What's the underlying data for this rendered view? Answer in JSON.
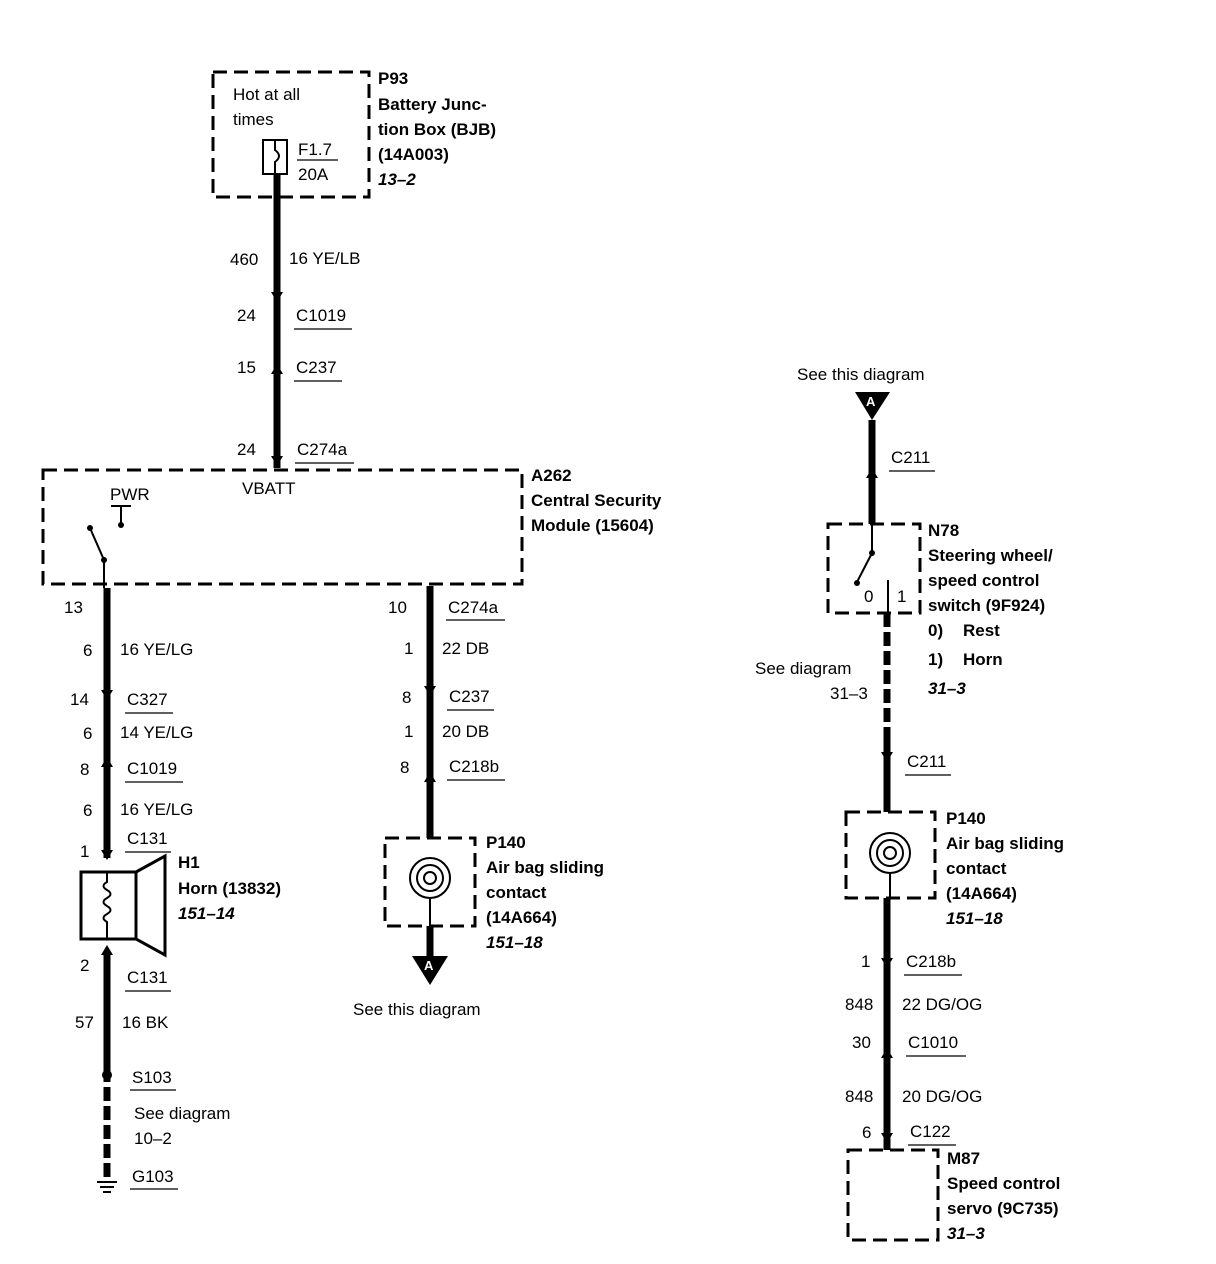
{
  "p93": {
    "id": "P93",
    "name_lines": [
      "Battery Junc-",
      "tion Box (BJB)",
      "(14A003)"
    ],
    "ref": "13–2",
    "hot_lines": [
      "Hot at all",
      "times"
    ],
    "fuse": "F1.7",
    "amps": "20A"
  },
  "wire_460": {
    "circuit": "460",
    "label": "16 YE/LB"
  },
  "c1019_top": {
    "pin": "24",
    "name": "C1019"
  },
  "c237_top": {
    "pin": "15",
    "name": "C237"
  },
  "c274a_top": {
    "pin": "24",
    "name": "C274a"
  },
  "a262": {
    "id": "A262",
    "name_lines": [
      "Central Security",
      "Module (15604)"
    ],
    "vbatt": "VBATT",
    "pwr": "PWR"
  },
  "left": {
    "pin13": "13",
    "w1": {
      "circuit": "6",
      "label": "16 YE/LG"
    },
    "c327": {
      "pin": "14",
      "name": "C327"
    },
    "w2": {
      "circuit": "6",
      "label": "14 YE/LG"
    },
    "c1019": {
      "pin": "8",
      "name": "C1019"
    },
    "w3": {
      "circuit": "6",
      "label": "16 YE/LG"
    },
    "c131a": {
      "pin": "1",
      "name": "C131"
    },
    "horn": {
      "id": "H1",
      "name": "Horn (13832)",
      "ref": "151–14"
    },
    "c131b": {
      "pin": "2",
      "name": "C131"
    },
    "w4": {
      "circuit": "57",
      "label": "16 BK"
    },
    "s103": "S103",
    "see_lines": [
      "See diagram",
      "10–2"
    ],
    "g103": "G103"
  },
  "mid": {
    "c274a": {
      "pin": "10",
      "name": "C274a"
    },
    "w1": {
      "circuit": "1",
      "label": "22 DB"
    },
    "c237": {
      "pin": "8",
      "name": "C237"
    },
    "w2": {
      "circuit": "1",
      "label": "20 DB"
    },
    "c218b": {
      "pin": "8",
      "name": "C218b"
    },
    "p140": {
      "id": "P140",
      "name_lines": [
        "Air bag sliding",
        "contact",
        "(14A664)"
      ],
      "ref": "151–18"
    },
    "marker": "A",
    "see": "See this diagram"
  },
  "right": {
    "see_top": "See this diagram",
    "marker": "A",
    "c211_top": "C211",
    "n78": {
      "id": "N78",
      "name_lines": [
        "Steering wheel/",
        "speed control",
        "switch (9F924)"
      ],
      "pos0": "0",
      "pos1": "1",
      "opt0_num": "0)",
      "opt0": "Rest",
      "opt1_num": "1)",
      "opt1": "Horn",
      "ref": "31–3"
    },
    "see_lines": [
      "See diagram",
      "31–3"
    ],
    "c211_bot": "C211",
    "p140": {
      "id": "P140",
      "name_lines": [
        "Air bag sliding",
        "contact",
        "(14A664)"
      ],
      "ref": "151–18"
    },
    "c218b": {
      "pin": "1",
      "name": "C218b"
    },
    "w1": {
      "circuit": "848",
      "label": "22 DG/OG"
    },
    "c1010": {
      "pin": "30",
      "name": "C1010"
    },
    "w2": {
      "circuit": "848",
      "label": "20 DG/OG"
    },
    "c122": {
      "pin": "6",
      "name": "C122"
    },
    "m87": {
      "id": "M87",
      "name_lines": [
        "Speed control",
        "servo (9C735)"
      ],
      "ref": "31–3"
    }
  }
}
